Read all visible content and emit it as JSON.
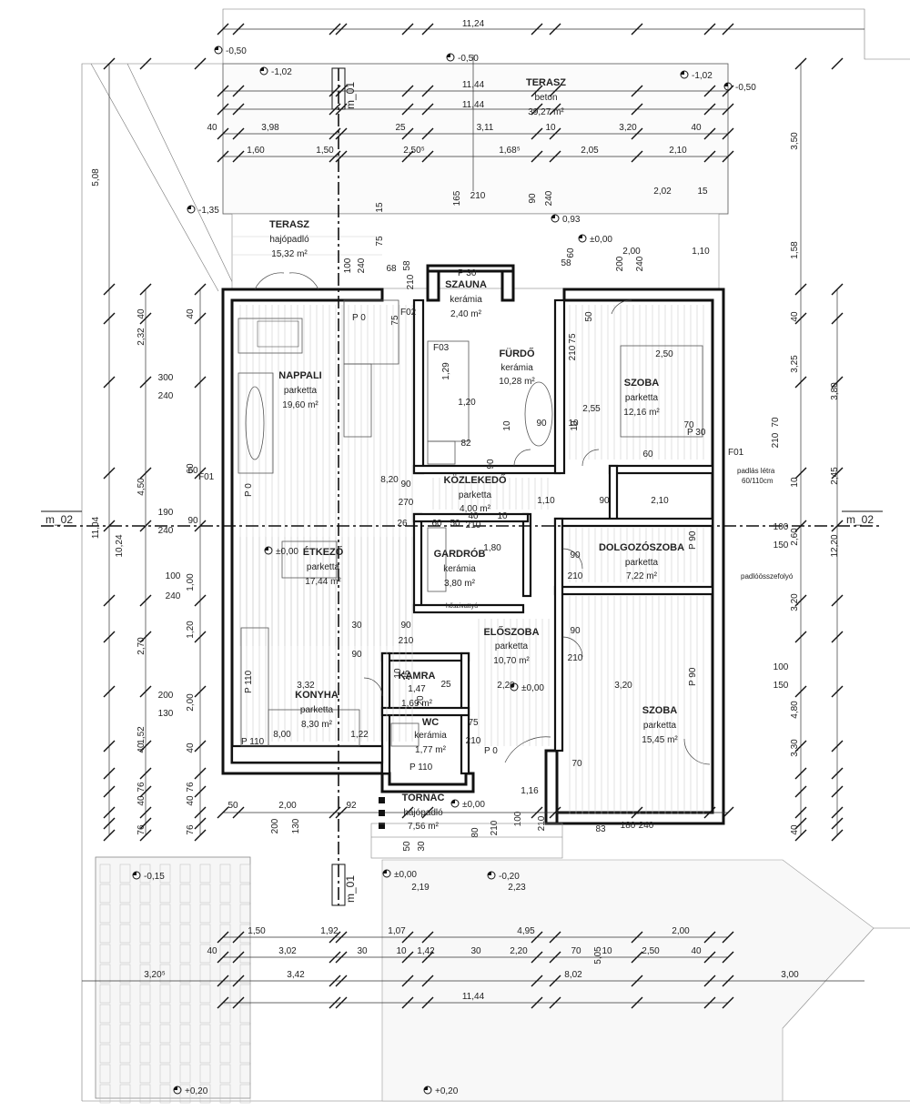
{
  "rooms": [
    {
      "id": "terasz_top",
      "name": "TERASZ",
      "floor": "beton",
      "area": "39,27 m²"
    },
    {
      "id": "terasz_left",
      "name": "TERASZ",
      "floor": "hajópadló",
      "area": "15,32 m²"
    },
    {
      "id": "szauna",
      "name": "SZAUNA",
      "floor": "kerámia",
      "area": "2,40 m²"
    },
    {
      "id": "nappali",
      "name": "NAPPALI",
      "floor": "parketta",
      "area": "19,60 m²"
    },
    {
      "id": "furdo",
      "name": "FÜRDŐ",
      "floor": "kerámia",
      "area": "10,28 m²"
    },
    {
      "id": "szoba1",
      "name": "SZOBA",
      "floor": "parketta",
      "area": "12,16 m²"
    },
    {
      "id": "kozlekedo",
      "name": "KÖZLEKEDŐ",
      "floor": "parketta",
      "area": "4,00 m²"
    },
    {
      "id": "etkezo",
      "name": "ÉTKEZŐ",
      "floor": "parketta",
      "area": "17,44 m²"
    },
    {
      "id": "gardrob",
      "name": "GARDRÓB",
      "floor": "kerámia",
      "area": "3,80 m²"
    },
    {
      "id": "dolgozo",
      "name": "DOLGOZÓSZOBA",
      "floor": "parketta",
      "area": "7,22 m²"
    },
    {
      "id": "eloszoba",
      "name": "ELŐSZOBA",
      "floor": "parketta",
      "area": "10,70 m²"
    },
    {
      "id": "kamra",
      "name": "KAMRA",
      "floor": "1,47",
      "area": "1,69 m²"
    },
    {
      "id": "konyha",
      "name": "KONYHA",
      "floor": "parketta",
      "area": "8,30 m²"
    },
    {
      "id": "wc",
      "name": "WC",
      "floor": "kerámia",
      "area": "1,77 m²"
    },
    {
      "id": "szoba2",
      "name": "SZOBA",
      "floor": "parketta",
      "area": "15,45 m²"
    },
    {
      "id": "tornac",
      "name": "TORNÁC",
      "floor": "hajópadló",
      "area": "7,56 m²"
    }
  ],
  "axes": {
    "vertical": "m_01",
    "horizontal": "m_02"
  },
  "levels": {
    "l1": "-1,02",
    "l2": "-0,50",
    "l3": "-0,50",
    "l4": "-1,02",
    "l5": "-0,50",
    "l6": "-1,35",
    "l7": "0,93",
    "l8": "±0,00",
    "l9": "±0,00",
    "l10": "±0,00",
    "l11": "±0,00",
    "l12": "±0,00",
    "l13": "-0,20",
    "l14": "-0,15",
    "l15": "+0,20",
    "l16": "+0,20"
  },
  "notes": {
    "ladder": "padlás létra",
    "ladder_size": "60/110cm",
    "floor_vent": "padlóösszefolyó",
    "heater": "hőszivattyú",
    "f01a": "F01",
    "f01b": "F01",
    "f02": "F02",
    "f03": "F03",
    "p0a": "P 0",
    "p0b": "P 0",
    "p0c": "P 0",
    "p30a": "P 30",
    "p30b": "P 30",
    "p90a": "P 90",
    "p90b": "P 90",
    "p110a": "P 110",
    "p110b": "P 110",
    "p110c": "P 110"
  },
  "top_dims": {
    "d1124": "11,24",
    "d1144a": "11,44",
    "d1144b": "11,44",
    "row3": [
      "40",
      "3,98",
      "25",
      "3,11",
      "10",
      "3,20",
      "40"
    ],
    "row4": [
      "1,60",
      "1,50",
      "2,50⁵",
      "1,68⁵",
      "2,05",
      "2,10"
    ],
    "d202": "2,02",
    "d15": "15",
    "d200": "2,00",
    "d110": "1,10"
  },
  "bottom_dims": {
    "row1": [
      "1,50",
      "1,92",
      "1,07",
      "4,95",
      "2,00"
    ],
    "row2": [
      "40",
      "3,02",
      "30",
      "10",
      "1,42",
      "30",
      "2,20",
      "70",
      "10",
      "2,50",
      "40"
    ],
    "row3": [
      "3,42",
      "8,02",
      "3,00"
    ],
    "d320": "3,20⁵",
    "d1144": "11,44",
    "d219": "2,19",
    "d223": "2,23",
    "row0": [
      "50",
      "2,00",
      "92"
    ],
    "d505": "5,05"
  },
  "left_dims": {
    "d508": "5,08",
    "d1104": "11,04",
    "d1024": "10,24",
    "col": [
      "40",
      "2,32",
      "4,50",
      "2,70",
      "1,52",
      "40",
      "76",
      "40",
      "76"
    ],
    "col2": [
      "40",
      "60",
      "1,00",
      "1,20",
      "2,00",
      "40",
      "76",
      "40",
      "76"
    ]
  },
  "right_dims": {
    "col1": [
      "3,50",
      "1,58",
      "40",
      "3,25",
      "10",
      "2,60",
      "3,20",
      "4,80",
      "3,30",
      "40"
    ],
    "col2": [
      "3,80",
      "2,45",
      "12,20"
    ]
  },
  "inner_dims": [
    "300",
    "240",
    "190",
    "240",
    "100",
    "240",
    "200",
    "130",
    "60",
    "90",
    "82",
    "8,20",
    "90",
    "270",
    "90",
    "210",
    "30",
    "90",
    "210",
    "1,10",
    "90",
    "2,10",
    "100",
    "150",
    "90",
    "210",
    "90",
    "210",
    "100",
    "150",
    "2,20",
    "3,20",
    "1,22",
    "8,00",
    "3,32",
    "75",
    "210",
    "1,16",
    "83",
    "180",
    "240",
    "70",
    "70",
    "210",
    "2,50",
    "2,55",
    "70",
    "60",
    "90",
    "10",
    "10",
    "90",
    "10",
    "58",
    "58",
    "210",
    "68",
    "75",
    "1,20",
    "1,29",
    "165",
    "210",
    "90",
    "240",
    "15",
    "75",
    "100",
    "240",
    "200",
    "240",
    "60",
    "50",
    "75",
    "210",
    "25",
    "26",
    "60",
    "50",
    "40",
    "10",
    "1,80",
    "200",
    "130",
    "80",
    "210",
    "100",
    "210",
    "50",
    "30",
    "10",
    "25",
    "20"
  ]
}
